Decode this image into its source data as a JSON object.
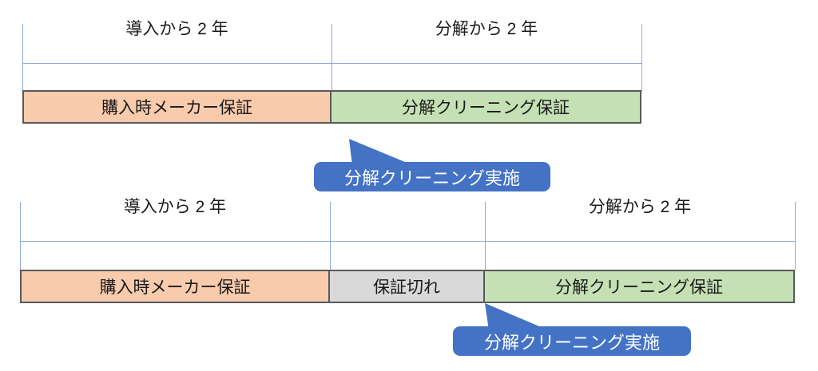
{
  "colors": {
    "bar-orange": "#F8CBAD",
    "bar-green": "#C5E0B4",
    "bar-gray": "#D9D9D9",
    "bar-border": "#595959",
    "guide-line": "#8FAADC",
    "callout-blue": "#4472C4",
    "callout-text": "#FFFFFF",
    "text": "#1A1A1A"
  },
  "top_diagram": {
    "period_labels": {
      "left": "導入から 2 年",
      "right": "分解から 2 年"
    },
    "bars": {
      "maker_warranty": "購入時メーカー保証",
      "cleaning_warranty": "分解クリーニング保証"
    },
    "callout": "分解クリーニング実施"
  },
  "bottom_diagram": {
    "period_labels": {
      "left": "導入から 2 年",
      "right": "分解から 2 年"
    },
    "bars": {
      "maker_warranty": "購入時メーカー保証",
      "expired": "保証切れ",
      "cleaning_warranty": "分解クリーニング保証"
    },
    "callout": "分解クリーニング実施"
  }
}
